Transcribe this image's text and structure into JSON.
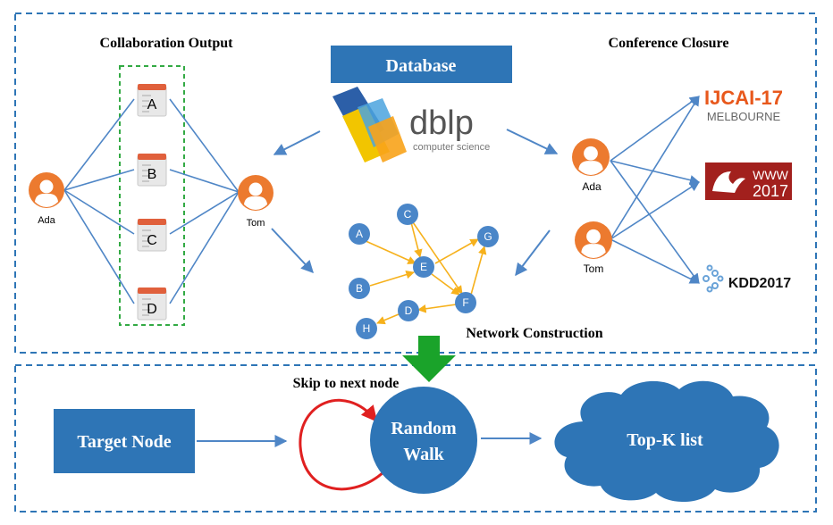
{
  "top_panel": {
    "collab_title": "Collaboration Output",
    "database_label": "Database",
    "conference_title": "Conference Closure",
    "network_title": "Network Construction",
    "dblp_logo": {
      "main": "dblp",
      "sub": "computer science"
    },
    "people": {
      "ada": "Ada",
      "tom": "Tom"
    },
    "papers": [
      "A",
      "B",
      "C",
      "D"
    ],
    "network_nodes": [
      "A",
      "B",
      "C",
      "D",
      "E",
      "F",
      "G",
      "H"
    ],
    "conferences": {
      "ijcai": {
        "main": "IJCAI-17",
        "sub": "MELBOURNE"
      },
      "www": {
        "main": "WWW",
        "sub": "2017"
      },
      "kdd": {
        "main": "KDD2017"
      }
    }
  },
  "bottom_panel": {
    "target_label": "Target Node",
    "skip_label": "Skip to next node",
    "random_walk_line1": "Random",
    "random_walk_line2": "Walk",
    "topk_label": "Top-K list"
  },
  "colors": {
    "frame_border": "#2e75b6",
    "box_fill": "#2e75b6",
    "line_blue": "#4f86c6",
    "node_blue": "#4a86c8",
    "person_orange": "#ec7a2f",
    "edge_orange": "#f6b11c",
    "loop_red": "#e02020",
    "arrow_green": "#1aa32a",
    "dashed_green": "#33aa44",
    "www_red": "#a2201d",
    "ijcai_orange": "#e8581c"
  },
  "icons": [
    "person-icon",
    "document-icon",
    "dblp-logo",
    "ijcai-logo",
    "www-logo",
    "kdd-logo",
    "cloud-shape"
  ]
}
